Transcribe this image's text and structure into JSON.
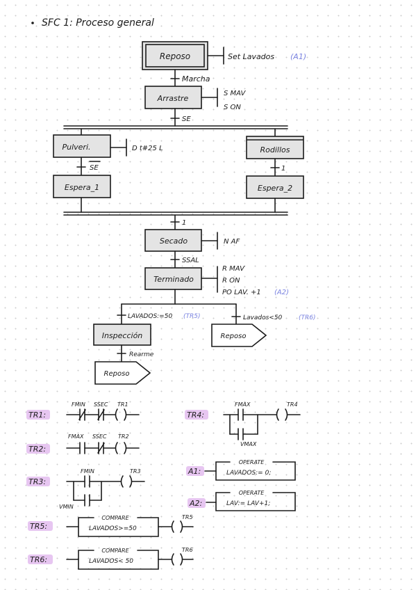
{
  "title": "SFC 1: Proceso general",
  "steps": {
    "reposo": "Reposo",
    "arrastre": "Arrastre",
    "pulveri": "Pulveri.",
    "rodillos": "Rodillos",
    "espera1": "Espera_1",
    "espera2": "Espera_2",
    "secado": "Secado",
    "terminado": "Terminado",
    "inspeccion": "Inspección"
  },
  "jumps": {
    "reposo_a": "Reposo",
    "reposo_b": "Reposo"
  },
  "actions": {
    "reposo_main": "Set Lavados",
    "reposo_ref": "(A1)",
    "arrastre_1": "S MAV",
    "arrastre_2": "S ON",
    "pulveri": "D t#25 L",
    "secado": "N AF",
    "terminado_1": "R MAV",
    "terminado_2": "R ON",
    "terminado_3": "PO LAV. +1",
    "terminado_ref": "(A2)"
  },
  "transitions": {
    "marcha": "Marcha",
    "se": "SE",
    "se_neg": "SE",
    "t1_left": "1",
    "t1_right": "1",
    "ssal": "SSAL",
    "lavados_eq": "LAVADOS:=50",
    "lavados_eq_ref": "(TR5)",
    "lavados_lt": "Lavados<50",
    "lavados_lt_ref": "(TR6)",
    "rearme": "Rearme"
  },
  "ladder": {
    "tr1": {
      "name": "TR1:",
      "c1": "FMIN",
      "c2": "SSEC",
      "coil": "TR1"
    },
    "tr2": {
      "name": "TR2:",
      "c1": "FMAX",
      "c2": "SSEC",
      "coil": "TR2"
    },
    "tr3": {
      "name": "TR3:",
      "c1": "FMIN",
      "c2": "VMIN",
      "coil": "TR3"
    },
    "tr4": {
      "name": "TR4:",
      "c1": "FMAX",
      "c2": "VMAX",
      "coil": "TR4"
    },
    "tr5": {
      "name": "TR5:",
      "block_title": "COMPARE",
      "block_expr": "LAVADOS>=50",
      "coil": "TR5"
    },
    "tr6": {
      "name": "TR6:",
      "block_title": "COMPARE",
      "block_expr": "LAVADOS< 50",
      "coil": "TR6"
    },
    "a1": {
      "name": "A1:",
      "block_title": "OPERATE",
      "block_expr": "LAVADOS:= 0;"
    },
    "a2": {
      "name": "A2:",
      "block_title": "OPERATE",
      "block_expr": "LAV:= LAV+1;"
    }
  },
  "colors": {
    "highlight": "#e7c6f1",
    "reference": "#7a83e0",
    "step_fill": "#e4e4e4"
  }
}
